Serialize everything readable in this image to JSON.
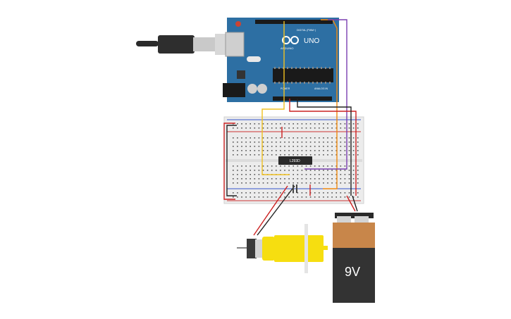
{
  "board": {
    "brand": "UNO",
    "maker": "ARDUINO",
    "digital_header": "DIGITAL (PWM~)",
    "power_label": "POWER",
    "analog_label": "ANALOG IN",
    "color": "#2d6fa3"
  },
  "breadboard": {
    "chip_label": "L293D",
    "color": "#ececec"
  },
  "battery": {
    "label": "9V",
    "top_color": "#c8864a",
    "body_color": "#333333"
  },
  "wires": {
    "red": "#cc2222",
    "black": "#222222",
    "yellow": "#f0c020",
    "orange": "#f08a10",
    "purple": "#7a3fb0"
  },
  "icons": {
    "usb": "usb-cable-icon",
    "motor": "dc-gear-motor-icon",
    "capacitor": "capacitor-icon"
  }
}
